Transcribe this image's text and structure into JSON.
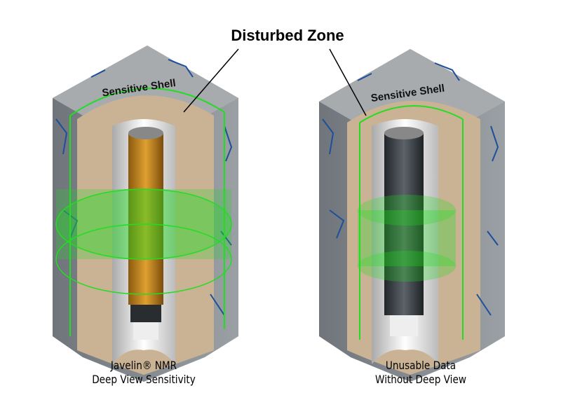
{
  "title": "Disturbed Zone",
  "left": {
    "shell_label": "Sensitive Shell",
    "caption_line1": "Javelin® NMR",
    "caption_line2": "Deep View Sensitivity"
  },
  "right": {
    "shell_label": "Sensitive Shell",
    "caption_line1": "Unusable Data",
    "caption_line2": "Without Deep View"
  },
  "colors": {
    "rock": "#8a8f94",
    "sand": "#c9b394",
    "shell": "#22dd22",
    "tool_left": "#c98a1c",
    "tool_right": "#3c4247",
    "fracture": "#1d4f9a"
  }
}
